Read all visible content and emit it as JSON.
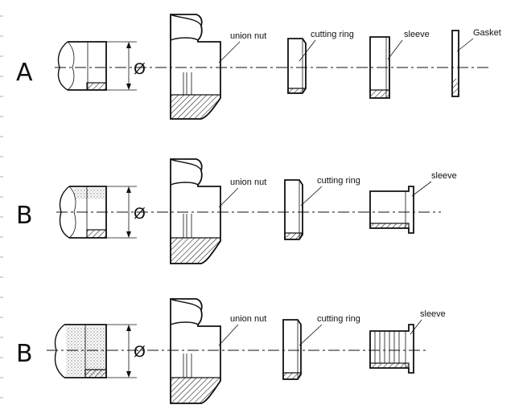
{
  "rows": [
    {
      "letter": "A",
      "labels": {
        "union_nut": "union nut",
        "cutting_ring": "cutting ring",
        "sleeve": "sleeve",
        "gasket": "Gasket"
      },
      "diameter_symbol": "Ø"
    },
    {
      "letter": "B",
      "labels": {
        "union_nut": "union nut",
        "cutting_ring": "cutting ring",
        "sleeve": "sleeve"
      },
      "diameter_symbol": "Ø"
    },
    {
      "letter": "B",
      "labels": {
        "union_nut": "union nut",
        "cutting_ring": "cutting ring",
        "sleeve": "sleeve"
      },
      "diameter_symbol": "Ø"
    }
  ]
}
